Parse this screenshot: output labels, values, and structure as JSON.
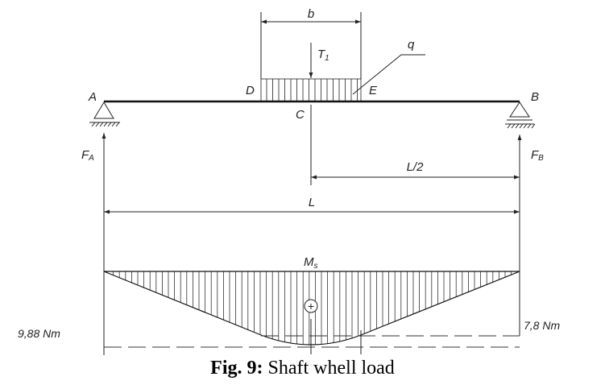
{
  "labels": {
    "b": "b",
    "q": "q",
    "T": "T",
    "T_sub": "1",
    "D": "D",
    "E": "E",
    "A": "A",
    "B": "B",
    "C": "C",
    "F": "F",
    "FA_sub": "A",
    "FB_sub": "B",
    "half_span": "L/2",
    "span": "L",
    "M": "M",
    "M_sub": "s",
    "plus": "+",
    "left_value": "9,88  Nm",
    "right_value": "7,8  Nm"
  },
  "caption": {
    "prefix": "Fig. 9:",
    "text": " Shaft whell load"
  }
}
